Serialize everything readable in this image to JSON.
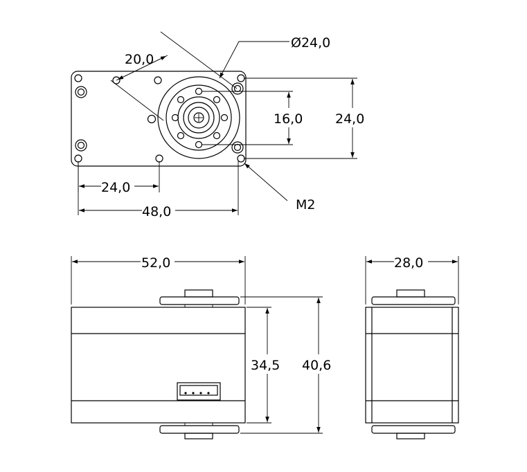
{
  "dimensions": {
    "horn_diameter": "Ø24,0",
    "diag_spacing": "20,0",
    "hole_spacing_vertical": "16,0",
    "body_height_top": "24,0",
    "hole_offset": "24,0",
    "body_width_top": "48,0",
    "screw_size": "M2",
    "total_length": "52,0",
    "side_width": "28,0",
    "body_height": "34,5",
    "total_height": "40,6"
  }
}
